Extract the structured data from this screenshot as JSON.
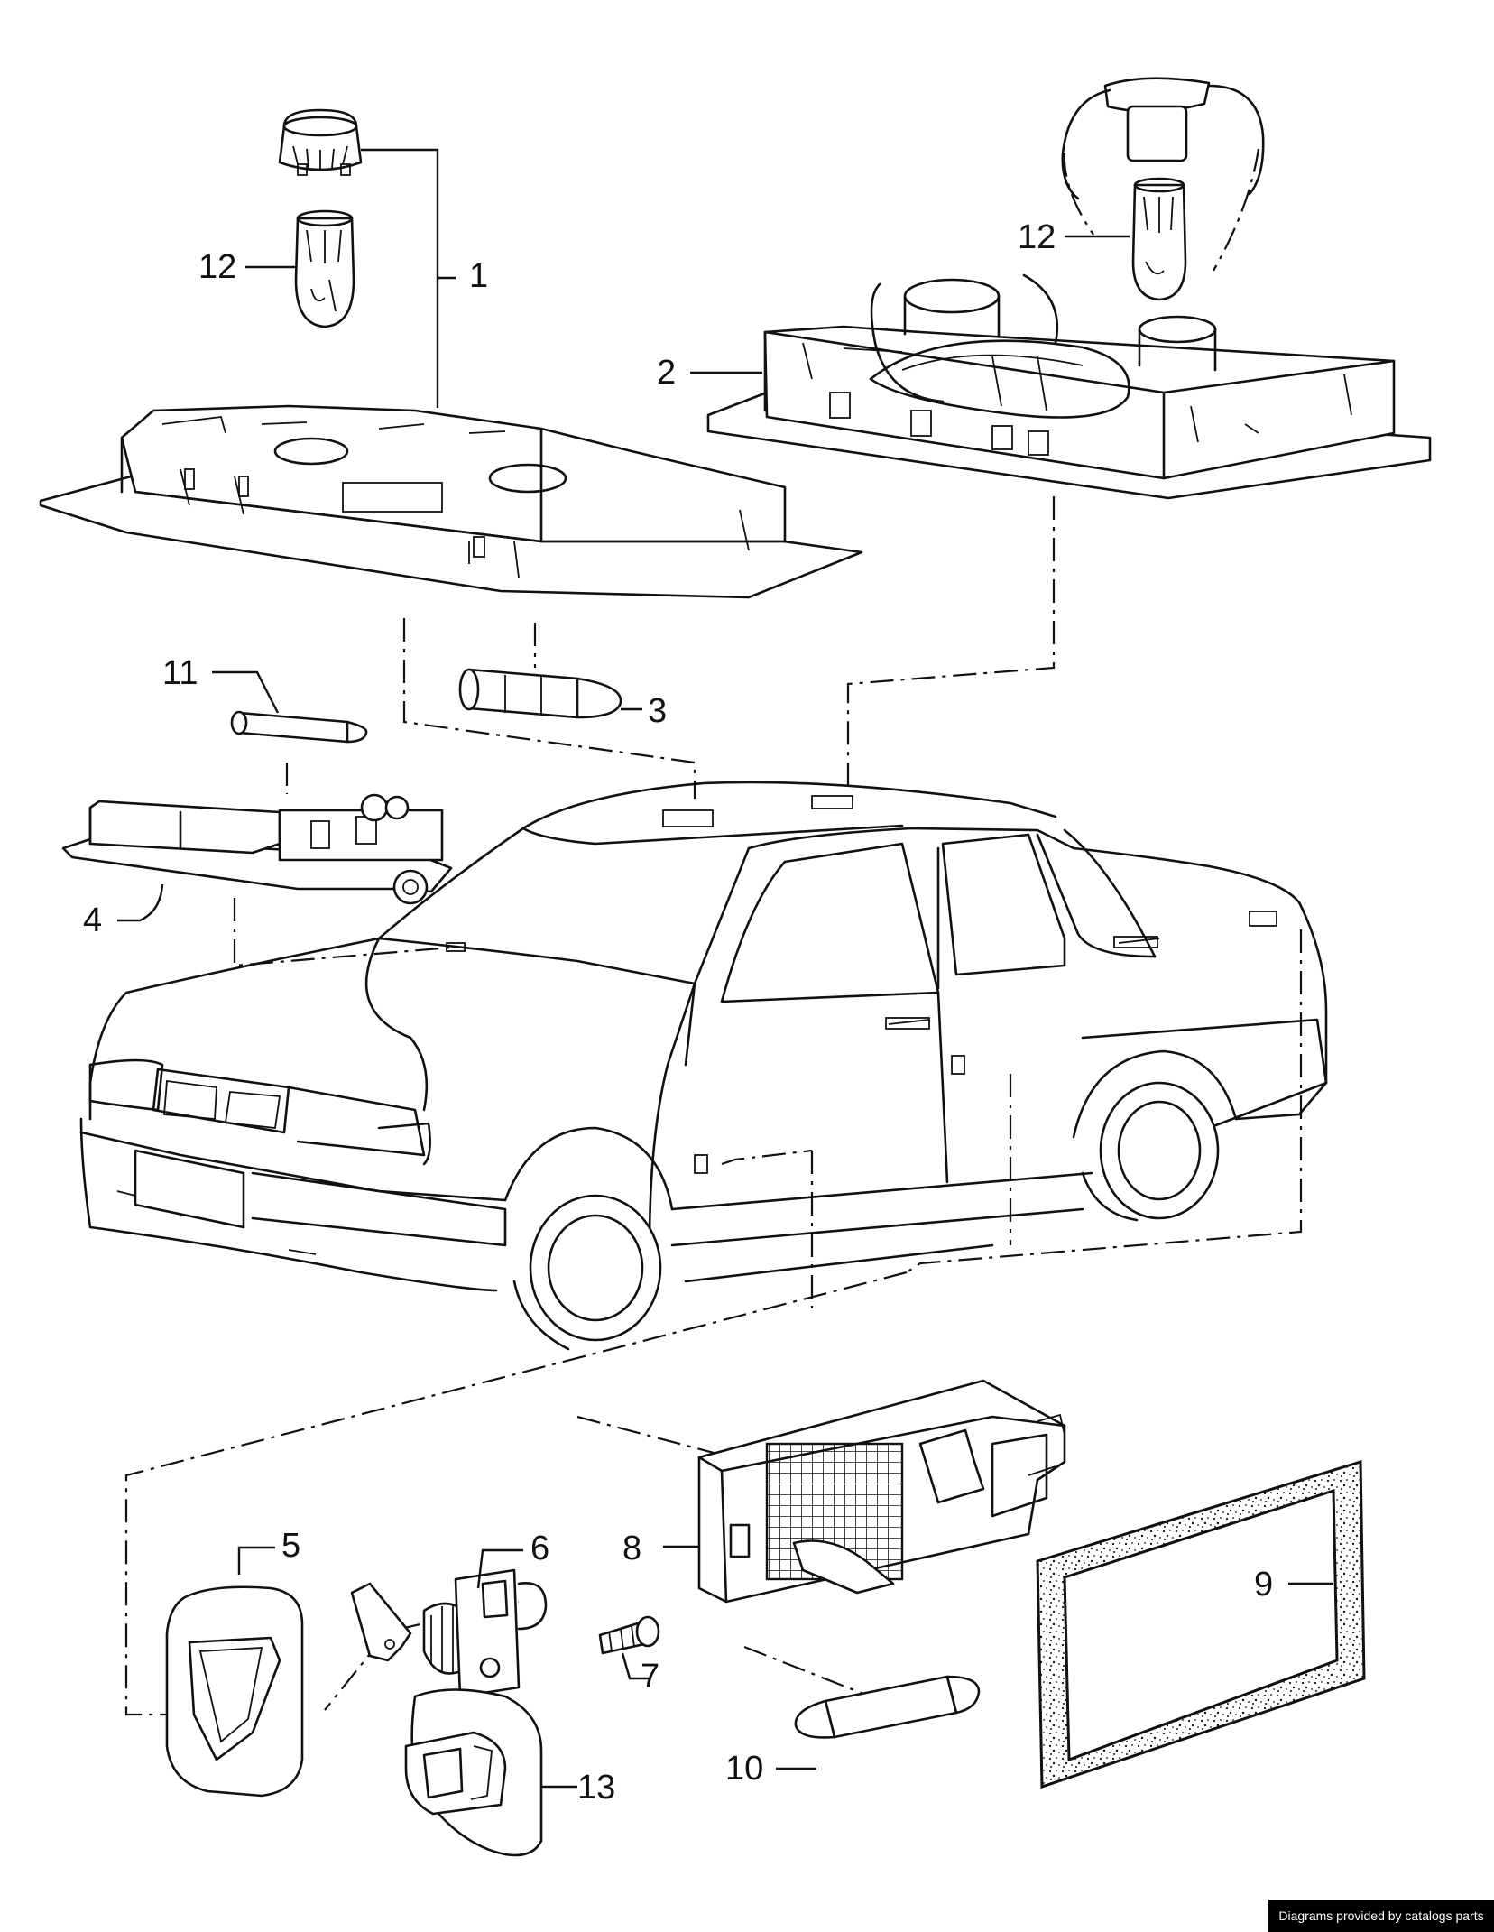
{
  "labels": {
    "p1": "1",
    "p2": "2",
    "p3": "3",
    "p4": "4",
    "p5": "5",
    "p6": "6",
    "p7": "7",
    "p8": "8",
    "p9": "9",
    "p10": "10",
    "p11": "11",
    "p12a": "12",
    "p12b": "12",
    "p13": "13"
  },
  "credit": "Diagrams provided by catalogs parts"
}
